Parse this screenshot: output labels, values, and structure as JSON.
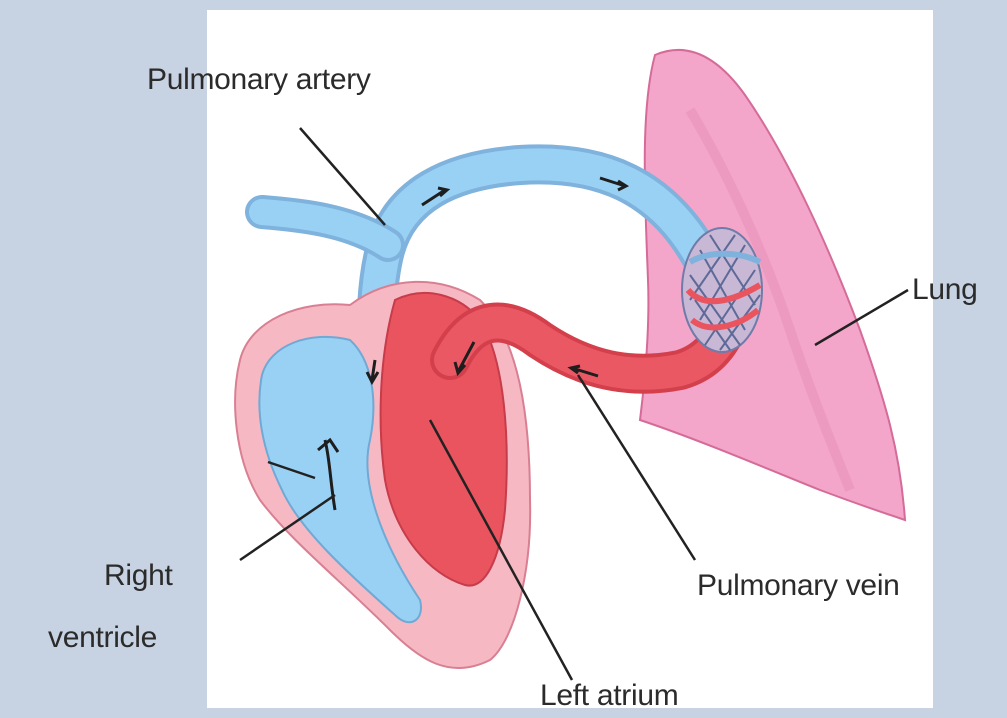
{
  "labels": {
    "pulmonary_artery": "Pulmonary artery",
    "lung": "Lung",
    "right_ventricle_line1": "Right",
    "right_ventricle_line2": "ventricle",
    "pulmonary_vein": "Pulmonary vein",
    "left_atrium": "Left atrium"
  },
  "colors": {
    "background": "#c7d2e2",
    "panel": "#ffffff",
    "deoxygenated_blood": "#8fcaf2",
    "oxygenated_blood": "#e9545f",
    "heart_wall": "#f4b3bf",
    "lung": "#f29cc4",
    "leader_lines": "#222222"
  }
}
